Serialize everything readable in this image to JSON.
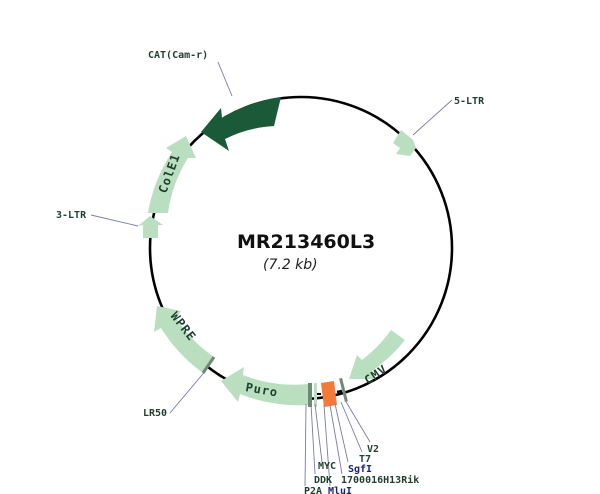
{
  "plasmid": {
    "name": "MR213460L3",
    "size": "(7.2 kb)"
  },
  "colors": {
    "backbone": "#000000",
    "feature_light": "#b9dfc0",
    "feature_dark": "#1b5a38",
    "insert": "#f47a3a",
    "tag_marker": "#6e8a70",
    "leader": "#7a7aa8",
    "label_dark": "#1f3f2f",
    "label_blue": "#1a237e"
  },
  "features": [
    {
      "name": "CAT(Cam-r)",
      "type": "arrow",
      "direction": "ccw",
      "color": "dark"
    },
    {
      "name": "5-LTR",
      "type": "arrow",
      "direction": "ccw",
      "color": "light"
    },
    {
      "name": "ColE1",
      "type": "arrow",
      "direction": "ccw",
      "color": "light"
    },
    {
      "name": "3-LTR",
      "type": "arrow",
      "direction": "ccw",
      "color": "light"
    },
    {
      "name": "WPRE",
      "type": "arrow",
      "direction": "ccw",
      "color": "light"
    },
    {
      "name": "Puro",
      "type": "arrow",
      "direction": "ccw",
      "color": "light"
    },
    {
      "name": "CMV",
      "type": "arrow",
      "direction": "ccw",
      "color": "light"
    },
    {
      "name": "1700016H13Rik",
      "type": "insert",
      "color": "insert"
    }
  ],
  "labels": {
    "cat": "CAT(Cam-r)",
    "ltr5": "5-LTR",
    "colE1": "ColE1",
    "ltr3": "3-LTR",
    "wpre": "WPRE",
    "lr50": "LR50",
    "puro": "Puro",
    "cmv": "CMV",
    "v2": "V2",
    "t7": "T7",
    "sgfI": "SgfI",
    "myc": "MYC",
    "ddk": "DDK",
    "gene": "1700016H13Rik",
    "p2a": "P2A",
    "mluI": "MluI"
  }
}
